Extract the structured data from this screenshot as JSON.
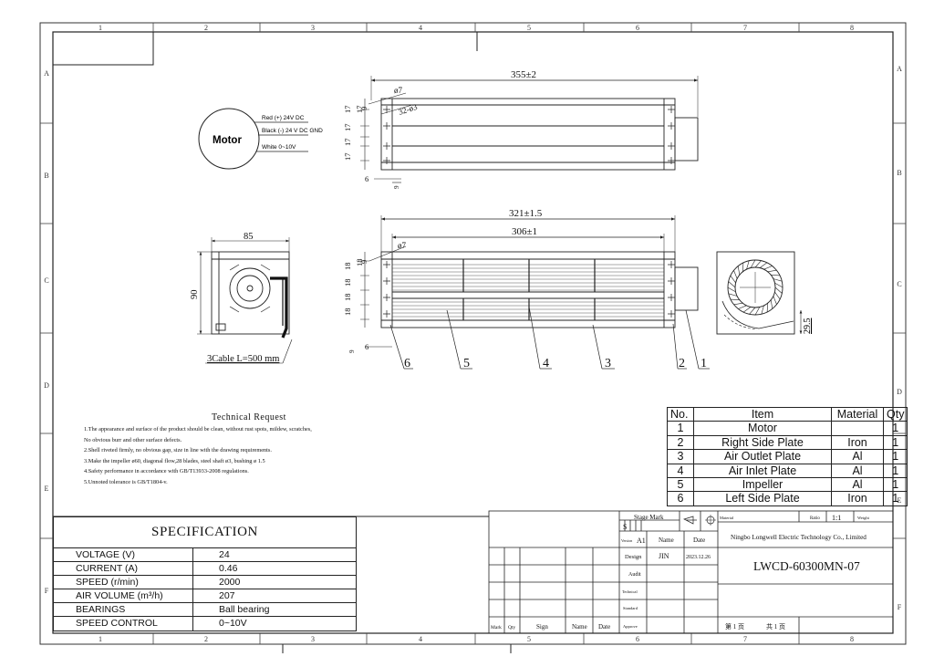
{
  "grid": {
    "columns": [
      "1",
      "2",
      "3",
      "4",
      "5",
      "6",
      "7",
      "8"
    ],
    "rows": [
      "A",
      "B",
      "C",
      "D",
      "E",
      "F"
    ]
  },
  "motor": {
    "label": "Motor",
    "wires": [
      "Red (+) 24V DC",
      "Black (-) 24 V DC GND",
      "White 0~10V"
    ]
  },
  "dims": {
    "top_len": "355±2",
    "top_dia": "ø7",
    "top_holes": "32-ø3",
    "top_pitch": [
      "17",
      "17",
      "17",
      "17",
      "17"
    ],
    "top_s9": "9",
    "top_s6": "6",
    "top_s9b": "9",
    "front_len": "321±1.5",
    "front_inner": "306±1",
    "front_dia": "ø7",
    "front_pitch": [
      "18",
      "18",
      "18",
      "18",
      "18"
    ],
    "front_s9": "9",
    "front_s6": "6",
    "front_s9b": "9",
    "side_w": "85",
    "side_h": "90",
    "cable": "3Cable L=500 mm",
    "right_h": "29.5"
  },
  "balloons": [
    "6",
    "5",
    "4",
    "3",
    "2",
    "1"
  ],
  "tech": {
    "title": "Technical Request",
    "lines": [
      "1.The appearance and surface of the product should be clean, without rust spots, mildew, scratches,",
      "  No obvious burr and other surface defects.",
      "2.Shell riveted firmly, no obvious gap, size in line with the drawing requirements.",
      "3.Make the impeller ø60, diagonal flow,28 blades, steel shaft ø3, bushing ø 1.5",
      "4.Safety performance in accordance with GB/T13933-2008 regulations.",
      "5.Unnoted tolerance is GB/T1804-v."
    ]
  },
  "bom": {
    "header": [
      "No.",
      "Item",
      "Material",
      "Qty"
    ],
    "rows": [
      [
        "1",
        "Motor",
        "",
        "1"
      ],
      [
        "2",
        "Right Side Plate",
        "Iron",
        "1"
      ],
      [
        "3",
        "Air Outlet Plate",
        "Al",
        "1"
      ],
      [
        "4",
        "Air Inlet Plate",
        "Al",
        "1"
      ],
      [
        "5",
        "Impeller",
        "Al",
        "1"
      ],
      [
        "6",
        "Left Side Plate",
        "Iron",
        "1"
      ]
    ]
  },
  "spec": {
    "title": "SPECIFICATION",
    "rows": [
      [
        "VOLTAGE (V)",
        "24"
      ],
      [
        "CURRENT (A)",
        "0.46"
      ],
      [
        "SPEED (r/min)",
        "2000"
      ],
      [
        "AIR VOLUME (m³/h)",
        "207"
      ],
      [
        "BEARINGS",
        "Ball bearing"
      ],
      [
        "SPEED CONTROL",
        "0~10V"
      ]
    ]
  },
  "title_block": {
    "stage_mark": "Stage Mark",
    "stage_s": "S",
    "version_label": "Version",
    "version": "A1",
    "name_col": "Name",
    "date_col": "Date",
    "design_label": "Design",
    "designer": "JIN",
    "design_date": "2023.12.26",
    "audit": "Audit",
    "technical": "Technical",
    "standard": "Standard",
    "approve": "Approve",
    "material_label": "Material",
    "ratio_label": "Ratio",
    "ratio": "1:1",
    "weight_label": "Weight",
    "company": "Ningbo Longwell Electric Technology  Co., Limited",
    "part_no": "LWCD-60300MN-07",
    "footer": [
      "Mark",
      "Qty",
      "Sign",
      "Name",
      "Date"
    ],
    "sheet": "第 1 页",
    "sheets": "共 1 页"
  }
}
